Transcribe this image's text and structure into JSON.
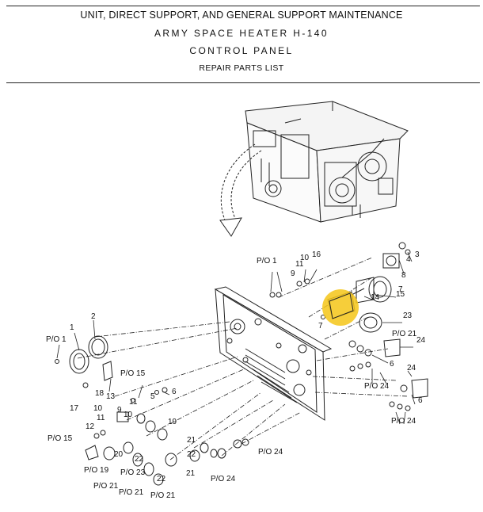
{
  "header": {
    "line1": "UNIT, DIRECT SUPPORT, AND GENERAL SUPPORT MAINTENANCE",
    "line2": "ARMY SPACE HEATER H-140",
    "line3": "CONTROL PANEL",
    "line4": "REPAIR PARTS LIST"
  },
  "highlight_color": "#f5c518",
  "callouts": [
    "P/O 1",
    "10",
    "16",
    "11",
    "9",
    "4",
    "3",
    "8",
    "7",
    "15",
    "14",
    "23",
    "7",
    "P/O 21",
    "24",
    "6",
    "P/O 24",
    "24",
    "6",
    "P/O 24",
    "2",
    "1",
    "P/O 1",
    "18",
    "17",
    "P/O 15",
    "5",
    "6",
    "13",
    "11",
    "10",
    "10",
    "11",
    "9",
    "12",
    "19",
    "P/O 15",
    "20",
    "22",
    "21",
    "P/O 19",
    "P/O 23",
    "22",
    "21",
    "P/O 21",
    "P/O 21",
    "22",
    "P/O 21",
    "P/O 24",
    "P/O 24"
  ]
}
